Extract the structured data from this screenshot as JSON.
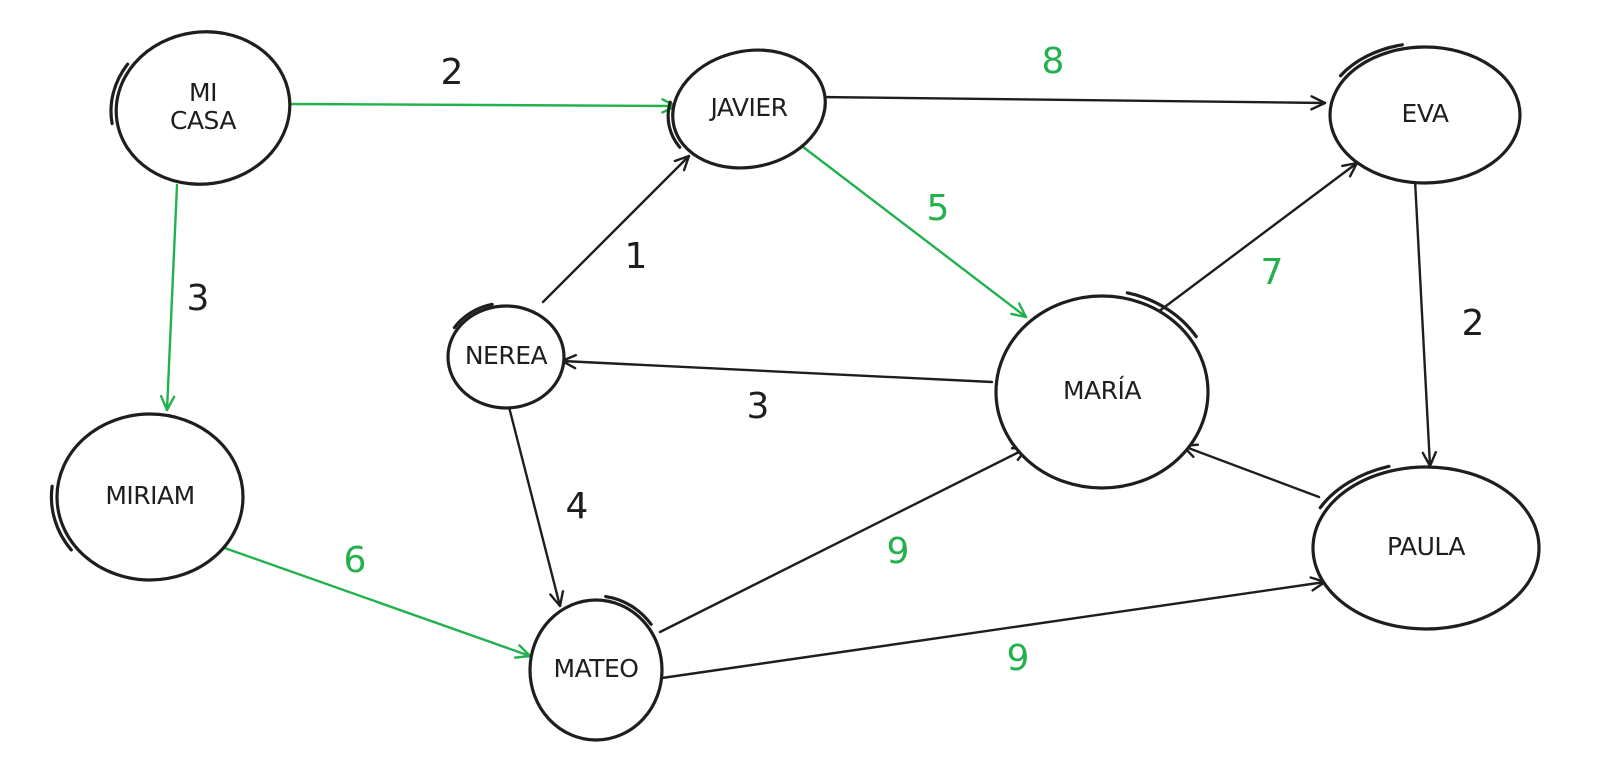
{
  "colors": {
    "default": "#1e1e1e",
    "path": "#22b14c"
  },
  "nodes": [
    {
      "id": "mi-casa",
      "lines": [
        "MI",
        "CASA"
      ]
    },
    {
      "id": "javier",
      "lines": [
        "JAVIER"
      ]
    },
    {
      "id": "eva",
      "lines": [
        "EVA"
      ]
    },
    {
      "id": "nerea",
      "lines": [
        "NEREA"
      ]
    },
    {
      "id": "maria",
      "lines": [
        "MARÍA"
      ]
    },
    {
      "id": "miriam",
      "lines": [
        "MIRIAM"
      ]
    },
    {
      "id": "mateo",
      "lines": [
        "MATEO"
      ]
    },
    {
      "id": "paula",
      "lines": [
        "PAULA"
      ]
    }
  ],
  "edges": [
    {
      "from": "mi-casa",
      "to": "javier",
      "weight": "2",
      "highlighted": true,
      "weight_highlighted": false
    },
    {
      "from": "mi-casa",
      "to": "miriam",
      "weight": "3",
      "highlighted": true,
      "weight_highlighted": false
    },
    {
      "from": "javier",
      "to": "eva",
      "weight": "8",
      "highlighted": false,
      "weight_highlighted": true
    },
    {
      "from": "javier",
      "to": "maria",
      "weight": "5",
      "highlighted": true,
      "weight_highlighted": true
    },
    {
      "from": "nerea",
      "to": "javier",
      "weight": "1",
      "highlighted": false,
      "weight_highlighted": false
    },
    {
      "from": "maria",
      "to": "nerea",
      "weight": "3",
      "highlighted": false,
      "weight_highlighted": false
    },
    {
      "from": "nerea",
      "to": "mateo",
      "weight": "4",
      "highlighted": false,
      "weight_highlighted": false
    },
    {
      "from": "maria",
      "to": "eva",
      "weight": "7",
      "highlighted": false,
      "weight_highlighted": true
    },
    {
      "from": "eva",
      "to": "paula",
      "weight": "2",
      "highlighted": false,
      "weight_highlighted": false
    },
    {
      "from": "miriam",
      "to": "mateo",
      "weight": "6",
      "highlighted": true,
      "weight_highlighted": true
    },
    {
      "from": "mateo",
      "to": "maria",
      "weight": "9",
      "highlighted": false,
      "weight_highlighted": true
    },
    {
      "from": "mateo",
      "to": "paula",
      "weight": "9",
      "highlighted": false,
      "weight_highlighted": true
    },
    {
      "from": "paula",
      "to": "maria",
      "weight": "",
      "highlighted": false,
      "weight_highlighted": false
    }
  ]
}
